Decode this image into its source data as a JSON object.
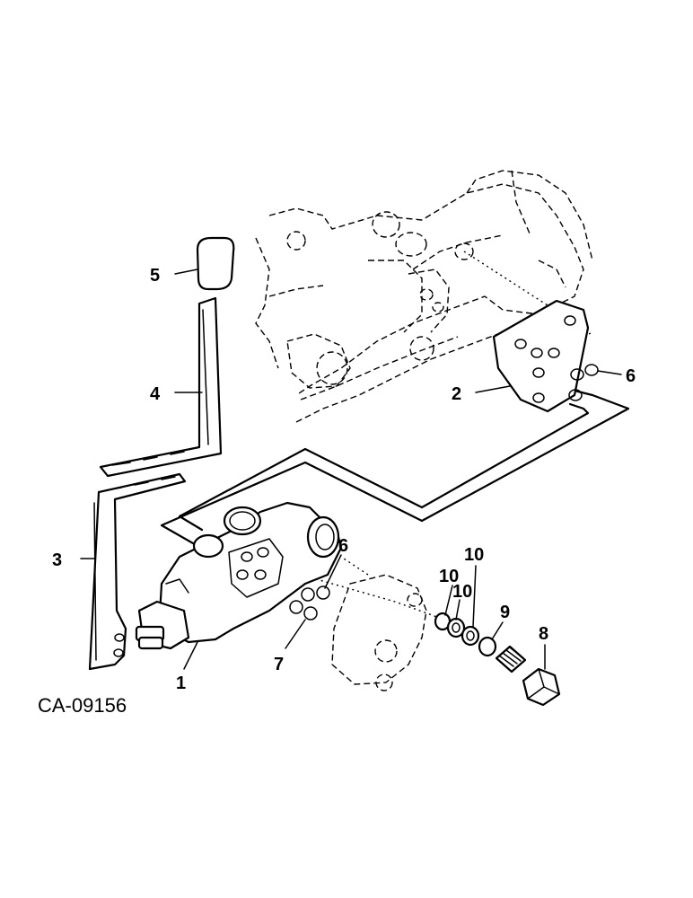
{
  "figure": {
    "reference_code": "CA-09156"
  },
  "callouts": [
    {
      "id": "1",
      "label": "1"
    },
    {
      "id": "2",
      "label": "2"
    },
    {
      "id": "3",
      "label": "3"
    },
    {
      "id": "4",
      "label": "4"
    },
    {
      "id": "5",
      "label": "5"
    },
    {
      "id": "6a",
      "label": "6"
    },
    {
      "id": "6b",
      "label": "6"
    },
    {
      "id": "7",
      "label": "7"
    },
    {
      "id": "8",
      "label": "8"
    },
    {
      "id": "9",
      "label": "9"
    },
    {
      "id": "10a",
      "label": "10"
    },
    {
      "id": "10b",
      "label": "10"
    },
    {
      "id": "10c",
      "label": "10"
    }
  ]
}
